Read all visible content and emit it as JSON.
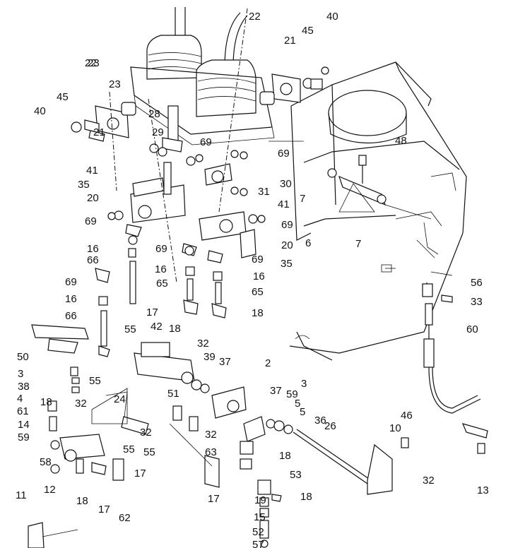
{
  "callouts": [
    "22",
    "40",
    "23",
    "21",
    "45",
    "22",
    "23",
    "45",
    "40",
    "21",
    "28",
    "48",
    "29",
    "69",
    "69",
    "30",
    "41",
    "35",
    "20",
    "31",
    "7",
    "41",
    "69",
    "69",
    "6",
    "7",
    "20",
    "16",
    "69",
    "69",
    "35",
    "66",
    "16",
    "16",
    "55",
    "69",
    "65",
    "65",
    "56",
    "16",
    "17",
    "33",
    "66",
    "18",
    "42",
    "18",
    "17",
    "55",
    "60",
    "32",
    "50",
    "39",
    "37",
    "2",
    "3",
    "51",
    "37",
    "38",
    "3",
    "5",
    "4",
    "18",
    "32",
    "59",
    "5",
    "36",
    "24",
    "46",
    "61",
    "14",
    "32",
    "26",
    "10",
    "59",
    "32",
    "55",
    "63",
    "55",
    "18",
    "58",
    "53",
    "32",
    "11",
    "12",
    "18",
    "17",
    "62",
    "17",
    "18",
    "19",
    "13",
    "15",
    "52",
    "57"
  ]
}
